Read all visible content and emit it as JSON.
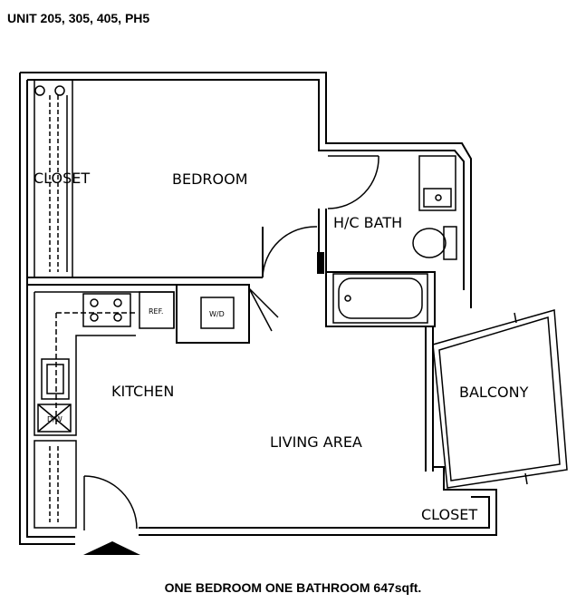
{
  "header": {
    "title": "UNIT 205, 305, 405, PH5"
  },
  "footer": {
    "caption": "ONE BEDROOM ONE BATHROOM  647sqft."
  },
  "rooms": {
    "closet_top": "CLOSET",
    "bedroom": "BEDROOM",
    "bath": "H/C BATH",
    "kitchen": "KITCHEN",
    "living": "LIVING AREA",
    "balcony": "BALCONY",
    "closet_bottom": "CLOSET"
  },
  "fixtures": {
    "refrigerator": "REF.",
    "washer_dryer": "W/D",
    "dishwasher": "D/W"
  }
}
